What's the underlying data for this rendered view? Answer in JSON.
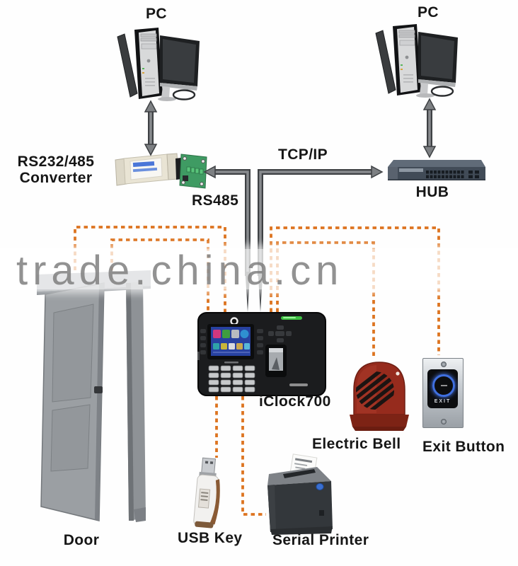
{
  "diagram": {
    "watermark": "trade.china.cn",
    "nodes": {
      "pc_left": "PC",
      "pc_right": "PC",
      "converter_line1": "RS232/485",
      "converter_line2": "Converter",
      "hub": "HUB",
      "device": "iClock700",
      "door": "Door",
      "usb_key": "USB Key",
      "serial_printer": "Serial Printer",
      "electric_bell": "Electric Bell",
      "exit_button": "Exit Button"
    },
    "link_labels": {
      "tcpip": "TCP/IP",
      "rs485": "RS485"
    },
    "exit_button_plate_text": "EXIT",
    "connections": [
      {
        "from": "PC (left)",
        "to": "RS232/485 Converter",
        "style": "solid-double-arrow"
      },
      {
        "from": "PC (right)",
        "to": "HUB",
        "style": "solid-double-arrow"
      },
      {
        "from": "RS232/485 Converter",
        "to": "iClock700",
        "style": "solid-arrow",
        "label": "RS485"
      },
      {
        "from": "HUB",
        "to": "iClock700",
        "style": "solid-arrow",
        "label": "TCP/IP"
      },
      {
        "from": "iClock700",
        "to": "Door",
        "style": "dashed",
        "wires": 2
      },
      {
        "from": "iClock700",
        "to": "Electric Bell",
        "style": "dashed",
        "wires": 1
      },
      {
        "from": "iClock700",
        "to": "Exit Button",
        "style": "dashed",
        "wires": 1
      },
      {
        "from": "iClock700",
        "to": "USB Key",
        "style": "dashed",
        "wires": 1
      },
      {
        "from": "iClock700",
        "to": "Serial Printer",
        "style": "dashed",
        "wires": 1
      }
    ],
    "colors": {
      "dashed_wire": "#dd7420",
      "solid_wire_dark": "#3e4144",
      "solid_wire_light": "#888b8e",
      "label_text": "#161616",
      "bell_red": "#962b1d",
      "exit_ring_blue": "#3f6fe0",
      "watermark_text": "#7a7a7a",
      "pcb_green": "#3f9b63",
      "device_body": "#1b1c1e"
    }
  }
}
